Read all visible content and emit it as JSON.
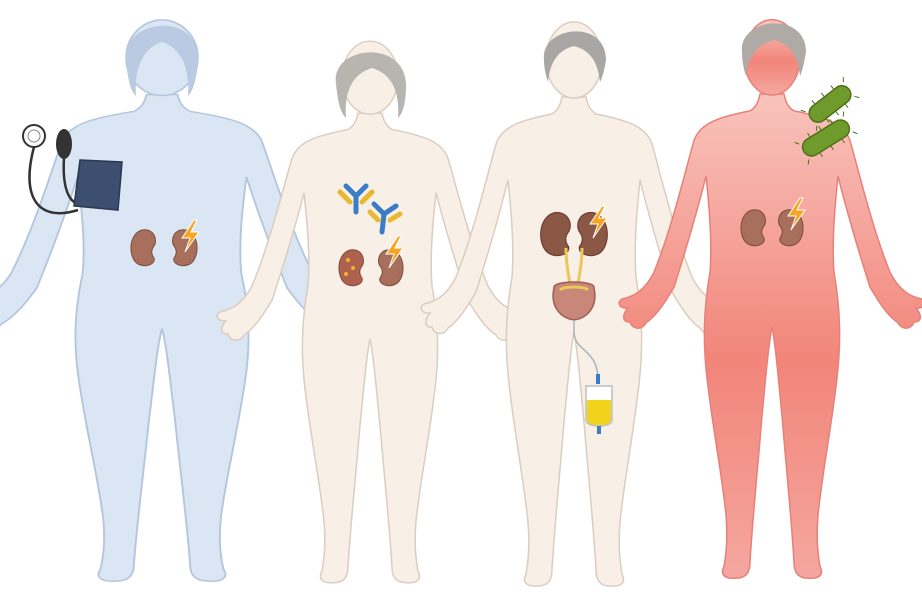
{
  "figures": [
    {
      "id": "obesity-hypertension",
      "skin": "#dbe6f4",
      "outline": "#b4c6de",
      "hair": "#b4c6de",
      "icons": [
        "blood-pressure-cuff-icon",
        "kidney-icon",
        "lightning-bolt-icon"
      ]
    },
    {
      "id": "autoimmune",
      "skin": "#f8efe6",
      "outline": "#dbcdbf",
      "hair": "#b8b4b0",
      "icons": [
        "antibody-icon",
        "kidney-icon",
        "lightning-bolt-icon"
      ]
    },
    {
      "id": "urinary-obstruction",
      "skin": "#f8efe6",
      "outline": "#dbcdbf",
      "hair": "#a9a7a5",
      "icons": [
        "kidney-icon",
        "lightning-bolt-icon",
        "bladder-icon",
        "urine-bag-icon"
      ]
    },
    {
      "id": "infection-sepsis",
      "skin": "#f29a92",
      "outline": "#e88078",
      "hair": "#b0aaa6",
      "icons": [
        "bacteria-icon",
        "kidney-icon",
        "lightning-bolt-icon"
      ]
    }
  ],
  "colors": {
    "kidney": "#a86f5d",
    "kidney_dark": "#7d4a3c",
    "bolt": "#f5a623",
    "antibody_blue": "#3b7dc4",
    "antibody_yellow": "#e8b830",
    "bacteria": "#6f9a2c",
    "cuff": "#3c4f6e",
    "urine": "#f2d31c",
    "bladder": "#c9877a"
  }
}
